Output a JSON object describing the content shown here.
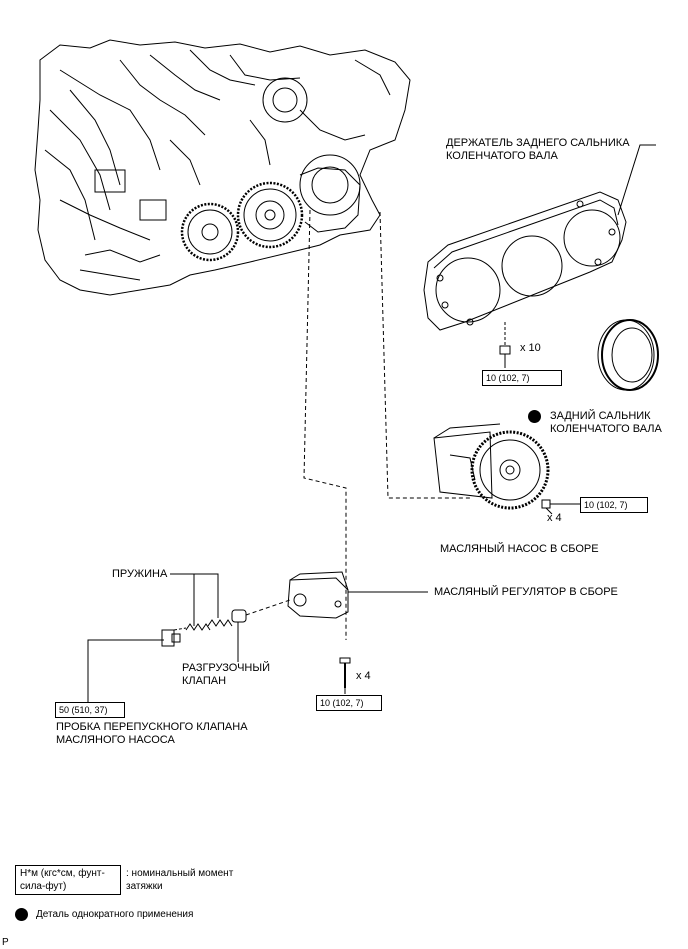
{
  "labels": {
    "rear_oil_seal_retainer": [
      "ДЕРЖАТЕЛЬ ЗАДНЕГО САЛЬНИКА",
      "КОЛЕНЧАТОГО ВАЛА"
    ],
    "rear_oil_seal": [
      "ЗАДНИЙ САЛЬНИК",
      "КОЛЕНЧАТОГО ВАЛА"
    ],
    "oil_pump_assembly": "МАСЛЯНЫЙ НАСОС В СБОРЕ",
    "oil_regulator_assembly": "МАСЛЯНЫЙ РЕГУЛЯТОР В СБОРЕ",
    "spring": "ПРУЖИНА",
    "relief_valve": [
      "РАЗГРУЗОЧНЫЙ",
      "КЛАПАН"
    ],
    "relief_valve_plug": [
      "ПРОБКА ПЕРЕПУСКНОГО КЛАПАНА",
      "МАСЛЯНОГО НАСОСА"
    ]
  },
  "torques": {
    "retainer_bolts": "10 (102, 7)",
    "pump_bolts": "10 (102, 7)",
    "regulator_bolts": "10 (102, 7)",
    "plug": "50 (510, 37)"
  },
  "quantities": {
    "retainer_bolts": "x 10",
    "pump_bolts": "x 4",
    "regulator_bolts": "x 4"
  },
  "legend": {
    "torque_units": [
      "Н*м (кгс*см, фунт-",
      "сила-фут)"
    ],
    "torque_desc": [
      ": номинальный момент",
      "затяжки"
    ],
    "non_reusable": "Деталь однократного применения"
  },
  "corner_mark": "P"
}
